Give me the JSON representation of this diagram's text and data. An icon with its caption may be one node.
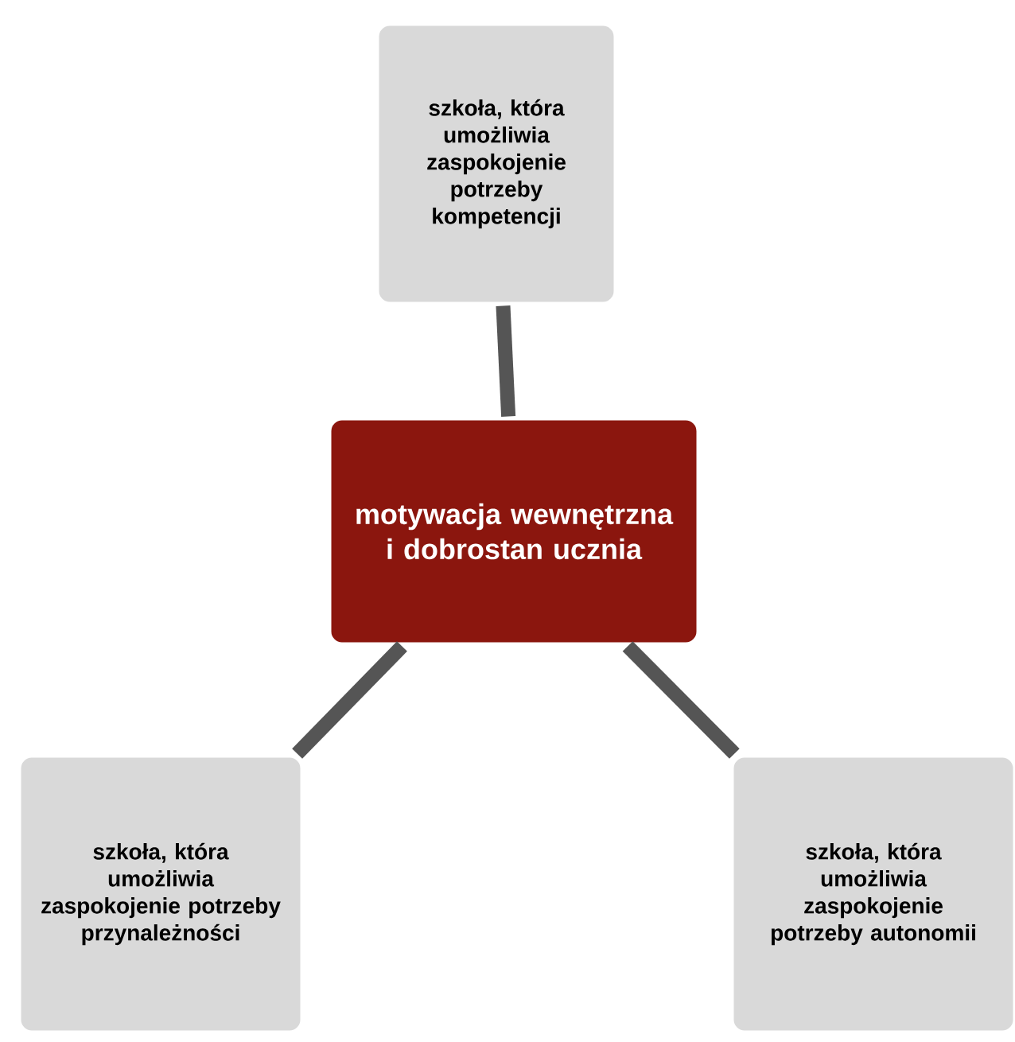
{
  "diagram": {
    "nodes": [
      {
        "text": [
          "szkoła, która umożliwia zaspokojenie potrzeby kompetencji"
        ]
      },
      {
        "text": [
          "motywacja wewnętrzna i dobrostan ucznia"
        ]
      },
      {
        "text": [
          "szkoła, która umożliwia zaspokojenie potrzeby przynależności"
        ]
      },
      {
        "text": [
          "szkoła, która umożliwia zaspokojenie potrzeby autonomii"
        ]
      }
    ],
    "edges": [
      {
        "from": 1,
        "to": 0,
        "arrow": "none"
      },
      {
        "from": 1,
        "to": 2,
        "arrow": "none"
      },
      {
        "from": 1,
        "to": 3,
        "arrow": "none"
      }
    ]
  }
}
